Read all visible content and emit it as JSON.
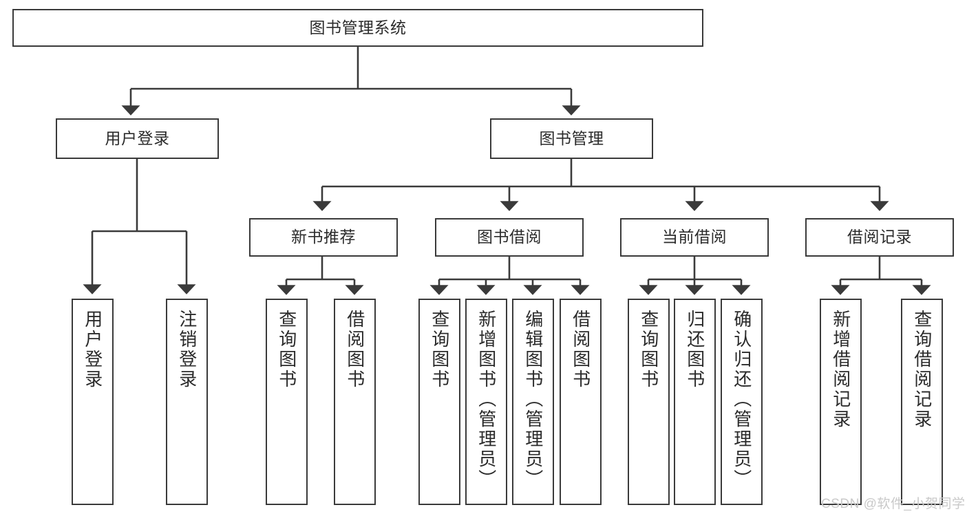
{
  "diagram": {
    "title": "图书管理系统",
    "type": "tree-hierarchy",
    "orientation": "top-down",
    "colors": {
      "box_border": "#3a3a3a",
      "box_fill": "#ffffff",
      "connector": "#3a3a3a",
      "text": "#2b2b2b",
      "watermark": "#c9c9c9",
      "background": "#ffffff"
    }
  },
  "root": {
    "label": "图书管理系统"
  },
  "level2": [
    {
      "label": "用户登录"
    },
    {
      "label": "图书管理"
    }
  ],
  "level3": [
    {
      "label": "新书推荐"
    },
    {
      "label": "图书借阅"
    },
    {
      "label": "当前借阅"
    },
    {
      "label": "借阅记录"
    }
  ],
  "leaves": {
    "user_login": [
      {
        "label": "用户登录"
      },
      {
        "label": "注销登录"
      }
    ],
    "new_book_recommend": [
      {
        "label": "查询图书"
      },
      {
        "label": "借阅图书"
      }
    ],
    "book_borrow": [
      {
        "label": "查询图书"
      },
      {
        "label": "新增图书（管理员）"
      },
      {
        "label": "编辑图书（管理员）"
      },
      {
        "label": "借阅图书"
      }
    ],
    "current_borrow": [
      {
        "label": "查询图书"
      },
      {
        "label": "归还图书"
      },
      {
        "label": "确认归还（管理员）"
      }
    ],
    "borrow_record": [
      {
        "label": "新增借阅记录"
      },
      {
        "label": "查询借阅记录"
      }
    ]
  },
  "watermark": {
    "text": "CSDN @软件_小贺同学"
  }
}
